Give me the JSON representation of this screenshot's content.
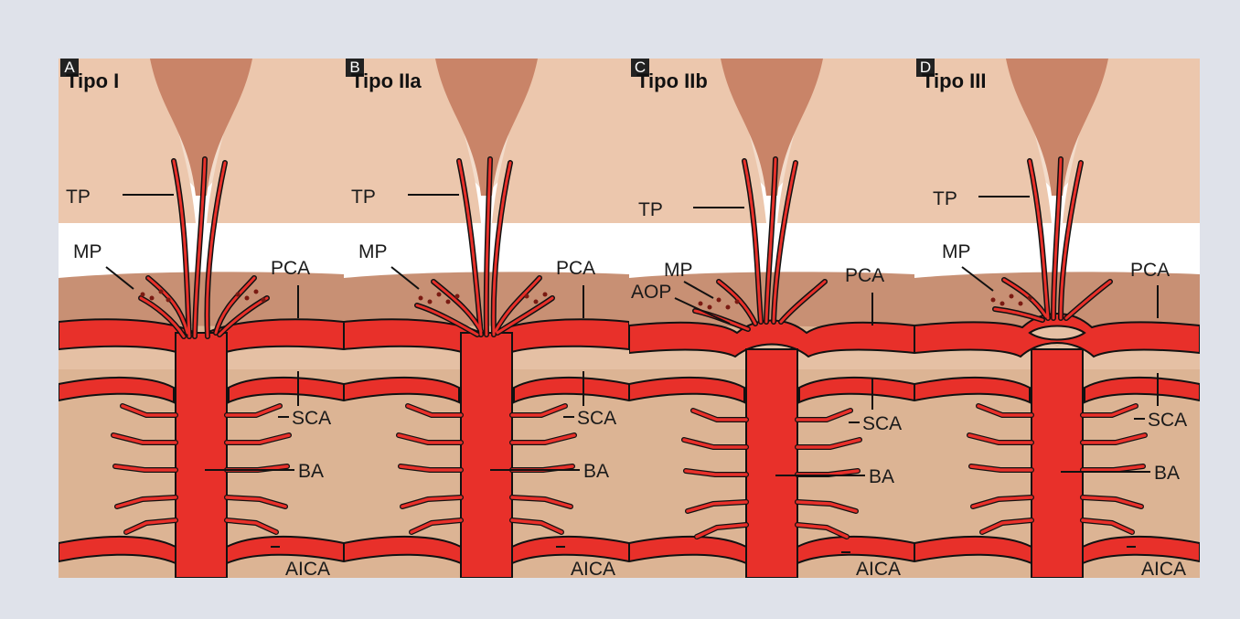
{
  "panels": [
    {
      "letter": "A",
      "title": "Tipo I",
      "labels": {
        "tp": "TP",
        "mp": "MP",
        "pca": "PCA",
        "sca": "SCA",
        "ba": "BA",
        "aica": "AICA"
      }
    },
    {
      "letter": "B",
      "title": "Tipo IIa",
      "labels": {
        "tp": "TP",
        "mp": "MP",
        "pca": "PCA",
        "sca": "SCA",
        "ba": "BA",
        "aica": "AICA"
      }
    },
    {
      "letter": "C",
      "title": "Tipo IIb",
      "labels": {
        "tp": "TP",
        "mp": "MP",
        "aop": "AOP",
        "pca": "PCA",
        "sca": "SCA",
        "ba": "BA",
        "aica": "AICA"
      }
    },
    {
      "letter": "D",
      "title": "Tipo III",
      "labels": {
        "tp": "TP",
        "mp": "MP",
        "pca": "PCA",
        "sca": "SCA",
        "ba": "BA",
        "aica": "AICA"
      }
    }
  ],
  "colors": {
    "background": "#dfe2ea",
    "artery": "#e8302a",
    "ventricle": "#c98468",
    "thalamus": "#ecc7ad",
    "brainstem": "#dcb494",
    "midbrain_band": "#c89074"
  }
}
